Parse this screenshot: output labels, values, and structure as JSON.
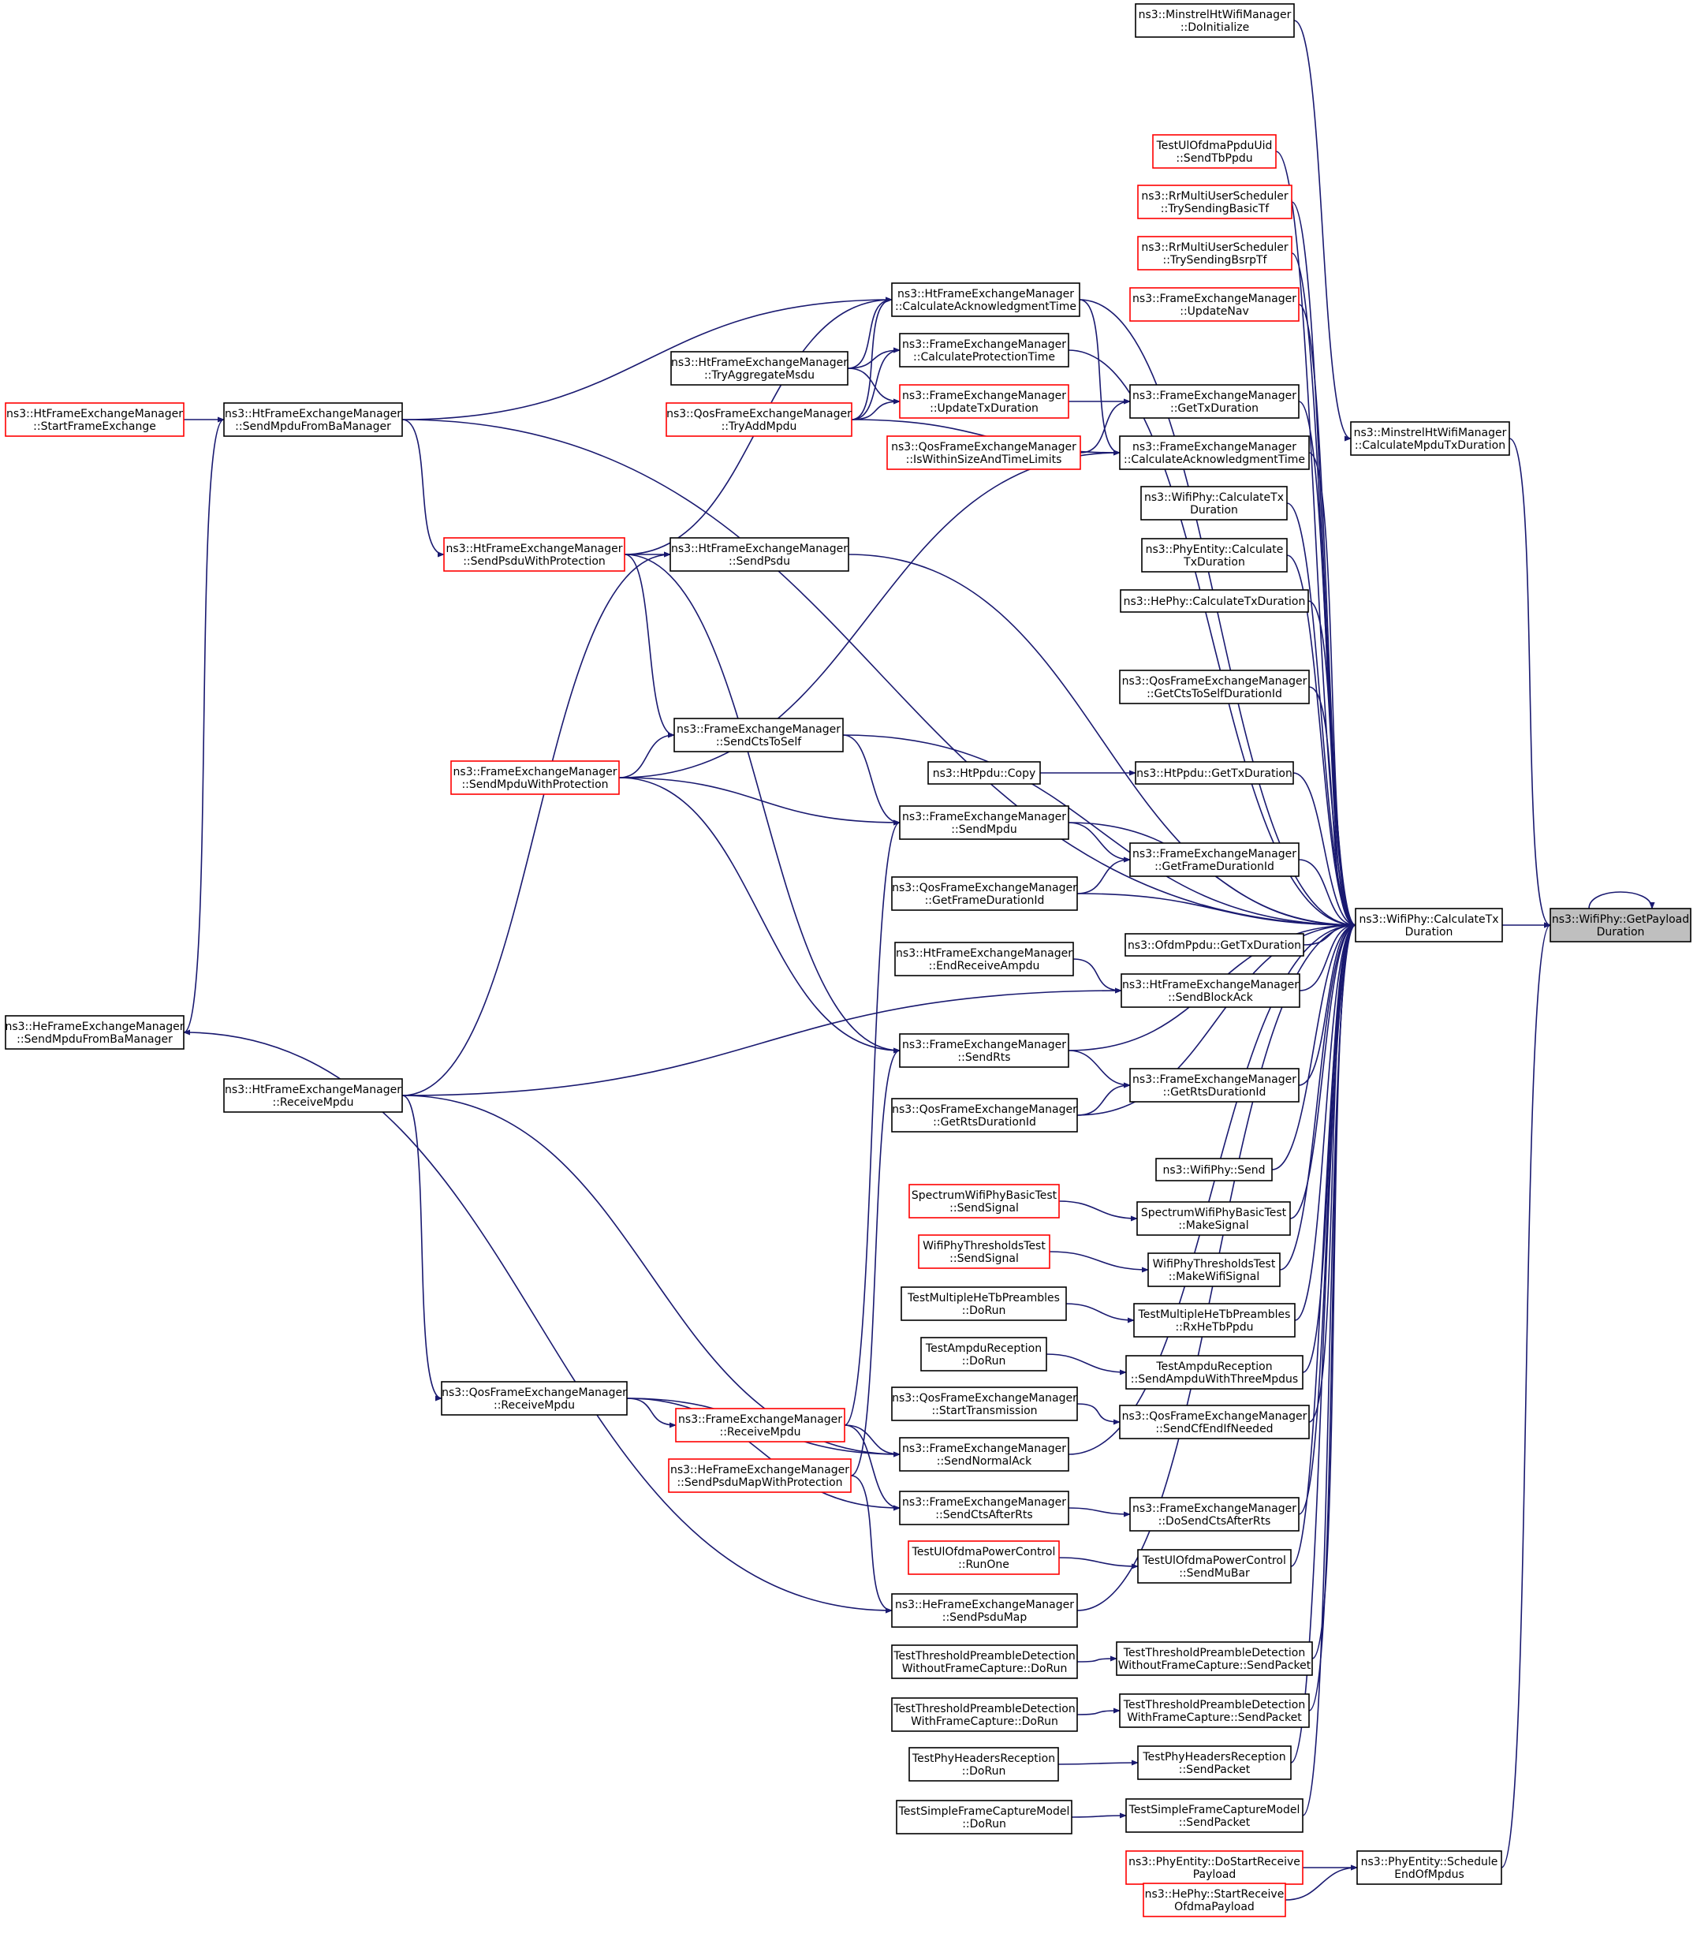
{
  "graph": {
    "title": "",
    "colors": {
      "edge": "#191970",
      "node_border_normal": "#000000",
      "node_border_truncated": "#ff0000",
      "node_fill_focus": "#bfbfbf",
      "node_fill": "#ffffff"
    },
    "nodes": [
      {
        "id": "n_getpayload",
        "lines": [
          "ns3::WifiPhy::GetPayload",
          "Duration"
        ],
        "style": "focus"
      },
      {
        "id": "n_calctx",
        "lines": [
          "ns3::WifiPhy::CalculateTx",
          "Duration"
        ],
        "style": "normal"
      },
      {
        "id": "n_minstrel_calc",
        "lines": [
          "ns3::MinstrelHtWifiManager",
          "::CalculateMpduTxDuration"
        ],
        "style": "normal"
      },
      {
        "id": "n_sched_eom",
        "lines": [
          "ns3::PhyEntity::Schedule",
          "EndOfMpdus"
        ],
        "style": "normal"
      },
      {
        "id": "n_minstrel_init",
        "lines": [
          "ns3::MinstrelHtWifiManager",
          "::DoInitialize"
        ],
        "style": "normal"
      },
      {
        "id": "n_ulofdma_sendtb",
        "lines": [
          "TestUlOfdmaPpduUid",
          "::SendTbPpdu"
        ],
        "style": "truncated"
      },
      {
        "id": "n_rr_basictf",
        "lines": [
          "ns3::RrMultiUserScheduler",
          "::TrySendingBasicTf"
        ],
        "style": "truncated"
      },
      {
        "id": "n_rr_bsrptf",
        "lines": [
          "ns3::RrMultiUserScheduler",
          "::TrySendingBsrpTf"
        ],
        "style": "truncated"
      },
      {
        "id": "n_fem_updatenav",
        "lines": [
          "ns3::FrameExchangeManager",
          "::UpdateNav"
        ],
        "style": "truncated"
      },
      {
        "id": "n_htfem_calcack",
        "lines": [
          "ns3::HtFrameExchangeManager",
          "::CalculateAcknowledgmentTime"
        ],
        "style": "normal"
      },
      {
        "id": "n_fem_calcprot",
        "lines": [
          "ns3::FrameExchangeManager",
          "::CalculateProtectionTime"
        ],
        "style": "normal"
      },
      {
        "id": "n_htfem_tryagg",
        "lines": [
          "ns3::HtFrameExchangeManager",
          "::TryAggregateMsdu"
        ],
        "style": "normal"
      },
      {
        "id": "n_fem_updatetx",
        "lines": [
          "ns3::FrameExchangeManager",
          "::UpdateTxDuration"
        ],
        "style": "truncated"
      },
      {
        "id": "n_fem_gettx",
        "lines": [
          "ns3::FrameExchangeManager",
          "::GetTxDuration"
        ],
        "style": "normal"
      },
      {
        "id": "n_qosfem_tryadd",
        "lines": [
          "ns3::QosFrameExchangeManager",
          "::TryAddMpdu"
        ],
        "style": "truncated"
      },
      {
        "id": "n_qosfem_within",
        "lines": [
          "ns3::QosFrameExchangeManager",
          "::IsWithinSizeAndTimeLimits"
        ],
        "style": "truncated"
      },
      {
        "id": "n_fem_calcack",
        "lines": [
          "ns3::FrameExchangeManager",
          "::CalculateAcknowledgmentTime"
        ],
        "style": "normal"
      },
      {
        "id": "n_htfem_startfe",
        "lines": [
          "ns3::HtFrameExchangeManager",
          "::StartFrameExchange"
        ],
        "style": "truncated"
      },
      {
        "id": "n_htfem_sendmpduba",
        "lines": [
          "ns3::HtFrameExchangeManager",
          "::SendMpduFromBaManager"
        ],
        "style": "normal"
      },
      {
        "id": "n_wifiphy_calctx2",
        "lines": [
          "ns3::WifiPhy::CalculateTx",
          "Duration"
        ],
        "style": "normal"
      },
      {
        "id": "n_phyentity_calctx",
        "lines": [
          "ns3::PhyEntity::Calculate",
          "TxDuration"
        ],
        "style": "normal"
      },
      {
        "id": "n_htfem_sendpsduprot",
        "lines": [
          "ns3::HtFrameExchangeManager",
          "::SendPsduWithProtection"
        ],
        "style": "truncated"
      },
      {
        "id": "n_htfem_sendpsdu",
        "lines": [
          "ns3::HtFrameExchangeManager",
          "::SendPsdu"
        ],
        "style": "normal"
      },
      {
        "id": "n_hephy_calctx",
        "lines": [
          "ns3::HePhy::CalculateTxDuration"
        ],
        "style": "normal"
      },
      {
        "id": "n_qosfem_getctsself",
        "lines": [
          "ns3::QosFrameExchangeManager",
          "::GetCtsToSelfDurationId"
        ],
        "style": "normal"
      },
      {
        "id": "n_fem_sendctsself",
        "lines": [
          "ns3::FrameExchangeManager",
          "::SendCtsToSelf"
        ],
        "style": "normal"
      },
      {
        "id": "n_fem_sendmpduprot",
        "lines": [
          "ns3::FrameExchangeManager",
          "::SendMpduWithProtection"
        ],
        "style": "truncated"
      },
      {
        "id": "n_htppdu_copy",
        "lines": [
          "ns3::HtPpdu::Copy"
        ],
        "style": "normal"
      },
      {
        "id": "n_htppdu_gettx",
        "lines": [
          "ns3::HtPpdu::GetTxDuration"
        ],
        "style": "normal"
      },
      {
        "id": "n_fem_sendmpdu",
        "lines": [
          "ns3::FrameExchangeManager",
          "::SendMpdu"
        ],
        "style": "normal"
      },
      {
        "id": "n_fem_getframedur",
        "lines": [
          "ns3::FrameExchangeManager",
          "::GetFrameDurationId"
        ],
        "style": "normal"
      },
      {
        "id": "n_qosfem_getframedur",
        "lines": [
          "ns3::QosFrameExchangeManager",
          "::GetFrameDurationId"
        ],
        "style": "normal"
      },
      {
        "id": "n_ofdmppdu_gettx",
        "lines": [
          "ns3::OfdmPpdu::GetTxDuration"
        ],
        "style": "normal"
      },
      {
        "id": "n_htfem_endrxampdu",
        "lines": [
          "ns3::HtFrameExchangeManager",
          "::EndReceiveAmpdu"
        ],
        "style": "normal"
      },
      {
        "id": "n_htfem_sendblockack",
        "lines": [
          "ns3::HtFrameExchangeManager",
          "::SendBlockAck"
        ],
        "style": "normal"
      },
      {
        "id": "n_hefem_sendmpduba",
        "lines": [
          "ns3::HeFrameExchangeManager",
          "::SendMpduFromBaManager"
        ],
        "style": "normal"
      },
      {
        "id": "n_fem_sendrts",
        "lines": [
          "ns3::FrameExchangeManager",
          "::SendRts"
        ],
        "style": "normal"
      },
      {
        "id": "n_htfem_receivempdu",
        "lines": [
          "ns3::HtFrameExchangeManager",
          "::ReceiveMpdu"
        ],
        "style": "normal"
      },
      {
        "id": "n_fem_getrtsdur",
        "lines": [
          "ns3::FrameExchangeManager",
          "::GetRtsDurationId"
        ],
        "style": "normal"
      },
      {
        "id": "n_qosfem_getrtsdur",
        "lines": [
          "ns3::QosFrameExchangeManager",
          "::GetRtsDurationId"
        ],
        "style": "normal"
      },
      {
        "id": "n_wifiphy_send",
        "lines": [
          "ns3::WifiPhy::Send"
        ],
        "style": "normal"
      },
      {
        "id": "n_spec_sendsignal",
        "lines": [
          "SpectrumWifiPhyBasicTest",
          "::SendSignal"
        ],
        "style": "truncated"
      },
      {
        "id": "n_spec_makesignal",
        "lines": [
          "SpectrumWifiPhyBasicTest",
          "::MakeSignal"
        ],
        "style": "normal"
      },
      {
        "id": "n_thr_sendsignal",
        "lines": [
          "WifiPhyThresholdsTest",
          "::SendSignal"
        ],
        "style": "truncated"
      },
      {
        "id": "n_thr_makewifisignal",
        "lines": [
          "WifiPhyThresholdsTest",
          "::MakeWifiSignal"
        ],
        "style": "normal"
      },
      {
        "id": "n_multihetb_dorun",
        "lines": [
          "TestMultipleHeTbPreambles",
          "::DoRun"
        ],
        "style": "normal"
      },
      {
        "id": "n_multihetb_rx",
        "lines": [
          "TestMultipleHeTbPreambles",
          "::RxHeTbPpdu"
        ],
        "style": "normal"
      },
      {
        "id": "n_ampdu_dorun",
        "lines": [
          "TestAmpduReception",
          "::DoRun"
        ],
        "style": "normal"
      },
      {
        "id": "n_ampdu_send3",
        "lines": [
          "TestAmpduReception",
          "::SendAmpduWithThreeMpdus"
        ],
        "style": "normal"
      },
      {
        "id": "n_qosfem_starttx",
        "lines": [
          "ns3::QosFrameExchangeManager",
          "::StartTransmission"
        ],
        "style": "normal"
      },
      {
        "id": "n_qosfem_receivempdu",
        "lines": [
          "ns3::QosFrameExchangeManager",
          "::ReceiveMpdu"
        ],
        "style": "normal"
      },
      {
        "id": "n_qosfem_sendcfend",
        "lines": [
          "ns3::QosFrameExchangeManager",
          "::SendCfEndIfNeeded"
        ],
        "style": "normal"
      },
      {
        "id": "n_fem_receivempdu",
        "lines": [
          "ns3::FrameExchangeManager",
          "::ReceiveMpdu"
        ],
        "style": "truncated"
      },
      {
        "id": "n_fem_sendnormalack",
        "lines": [
          "ns3::FrameExchangeManager",
          "::SendNormalAck"
        ],
        "style": "normal"
      },
      {
        "id": "n_hefem_sendpsdumapprot",
        "lines": [
          "ns3::HeFrameExchangeManager",
          "::SendPsduMapWithProtection"
        ],
        "style": "truncated"
      },
      {
        "id": "n_fem_sendctsafterrts",
        "lines": [
          "ns3::FrameExchangeManager",
          "::SendCtsAfterRts"
        ],
        "style": "normal"
      },
      {
        "id": "n_fem_dosendcts",
        "lines": [
          "ns3::FrameExchangeManager",
          "::DoSendCtsAfterRts"
        ],
        "style": "normal"
      },
      {
        "id": "n_ulpc_runone",
        "lines": [
          "TestUlOfdmaPowerControl",
          "::RunOne"
        ],
        "style": "truncated"
      },
      {
        "id": "n_ulpc_sendmubar",
        "lines": [
          "TestUlOfdmaPowerControl",
          "::SendMuBar"
        ],
        "style": "normal"
      },
      {
        "id": "n_hefem_sendpsdumap",
        "lines": [
          "ns3::HeFrameExchangeManager",
          "::SendPsduMap"
        ],
        "style": "normal"
      },
      {
        "id": "n_tpd_wo_dorun",
        "lines": [
          "TestThresholdPreambleDetection",
          "WithoutFrameCapture::DoRun"
        ],
        "style": "normal"
      },
      {
        "id": "n_tpd_wo_send",
        "lines": [
          "TestThresholdPreambleDetection",
          "WithoutFrameCapture::SendPacket"
        ],
        "style": "normal"
      },
      {
        "id": "n_tpd_w_dorun",
        "lines": [
          "TestThresholdPreambleDetection",
          "WithFrameCapture::DoRun"
        ],
        "style": "normal"
      },
      {
        "id": "n_tpd_w_send",
        "lines": [
          "TestThresholdPreambleDetection",
          "WithFrameCapture::SendPacket"
        ],
        "style": "normal"
      },
      {
        "id": "n_phyhdr_dorun",
        "lines": [
          "TestPhyHeadersReception",
          "::DoRun"
        ],
        "style": "normal"
      },
      {
        "id": "n_phyhdr_send",
        "lines": [
          "TestPhyHeadersReception",
          "::SendPacket"
        ],
        "style": "normal"
      },
      {
        "id": "n_sfc_dorun",
        "lines": [
          "TestSimpleFrameCaptureModel",
          "::DoRun"
        ],
        "style": "normal"
      },
      {
        "id": "n_sfc_send",
        "lines": [
          "TestSimpleFrameCaptureModel",
          "::SendPacket"
        ],
        "style": "normal"
      },
      {
        "id": "n_phyentity_dostartrx",
        "lines": [
          "ns3::PhyEntity::DoStartReceive",
          "Payload"
        ],
        "style": "truncated"
      },
      {
        "id": "n_hephy_startrx",
        "lines": [
          "ns3::HePhy::StartReceive",
          "OfdmaPayload"
        ],
        "style": "truncated"
      }
    ],
    "edges": [
      [
        "n_getpayload",
        "n_getpayload"
      ],
      [
        "n_getpayload",
        "n_calctx"
      ],
      [
        "n_getpayload",
        "n_minstrel_calc"
      ],
      [
        "n_getpayload",
        "n_sched_eom"
      ],
      [
        "n_minstrel_calc",
        "n_minstrel_init"
      ],
      [
        "n_sched_eom",
        "n_phyentity_dostartrx"
      ],
      [
        "n_sched_eom",
        "n_hephy_startrx"
      ],
      [
        "n_calctx",
        "n_htfem_sendmpduba"
      ],
      [
        "n_calctx",
        "n_htfem_calcack"
      ],
      [
        "n_calctx",
        "n_ulofdma_sendtb"
      ],
      [
        "n_calctx",
        "n_rr_basictf"
      ],
      [
        "n_calctx",
        "n_rr_bsrptf"
      ],
      [
        "n_calctx",
        "n_fem_updatenav"
      ],
      [
        "n_calctx",
        "n_fem_calcprot"
      ],
      [
        "n_calctx",
        "n_fem_gettx"
      ],
      [
        "n_calctx",
        "n_fem_calcack"
      ],
      [
        "n_calctx",
        "n_wifiphy_calctx2"
      ],
      [
        "n_calctx",
        "n_phyentity_calctx"
      ],
      [
        "n_calctx",
        "n_hephy_calctx"
      ],
      [
        "n_calctx",
        "n_htfem_sendpsdu"
      ],
      [
        "n_calctx",
        "n_qosfem_getctsself"
      ],
      [
        "n_calctx",
        "n_fem_sendctsself"
      ],
      [
        "n_calctx",
        "n_htppdu_gettx"
      ],
      [
        "n_calctx",
        "n_fem_sendmpdu"
      ],
      [
        "n_calctx",
        "n_fem_getframedur"
      ],
      [
        "n_calctx",
        "n_qosfem_getframedur"
      ],
      [
        "n_calctx",
        "n_ofdmppdu_gettx"
      ],
      [
        "n_calctx",
        "n_htfem_sendblockack"
      ],
      [
        "n_calctx",
        "n_fem_sendrts"
      ],
      [
        "n_calctx",
        "n_fem_getrtsdur"
      ],
      [
        "n_calctx",
        "n_qosfem_getrtsdur"
      ],
      [
        "n_calctx",
        "n_wifiphy_send"
      ],
      [
        "n_calctx",
        "n_spec_makesignal"
      ],
      [
        "n_calctx",
        "n_thr_makewifisignal"
      ],
      [
        "n_calctx",
        "n_multihetb_rx"
      ],
      [
        "n_calctx",
        "n_ampdu_send3"
      ],
      [
        "n_calctx",
        "n_qosfem_sendcfend"
      ],
      [
        "n_calctx",
        "n_fem_sendnormalack"
      ],
      [
        "n_calctx",
        "n_fem_dosendcts"
      ],
      [
        "n_calctx",
        "n_ulpc_sendmubar"
      ],
      [
        "n_calctx",
        "n_hefem_sendpsdumap"
      ],
      [
        "n_calctx",
        "n_tpd_wo_send"
      ],
      [
        "n_calctx",
        "n_tpd_w_send"
      ],
      [
        "n_calctx",
        "n_phyhdr_send"
      ],
      [
        "n_calctx",
        "n_sfc_send"
      ],
      [
        "n_htfem_sendmpduba",
        "n_htfem_startfe"
      ],
      [
        "n_htfem_calcack",
        "n_htfem_sendmpduba"
      ],
      [
        "n_htfem_calcack",
        "n_htfem_tryagg"
      ],
      [
        "n_htfem_calcack",
        "n_qosfem_tryadd"
      ],
      [
        "n_htfem_calcack",
        "n_htfem_sendpsduprot"
      ],
      [
        "n_fem_calcprot",
        "n_htfem_tryagg"
      ],
      [
        "n_fem_calcprot",
        "n_qosfem_tryadd"
      ],
      [
        "n_fem_updatetx",
        "n_htfem_tryagg"
      ],
      [
        "n_fem_updatetx",
        "n_qosfem_tryadd"
      ],
      [
        "n_fem_gettx",
        "n_fem_updatetx"
      ],
      [
        "n_fem_gettx",
        "n_qosfem_within"
      ],
      [
        "n_fem_calcack",
        "n_htfem_calcack"
      ],
      [
        "n_fem_calcack",
        "n_qosfem_tryadd"
      ],
      [
        "n_fem_calcack",
        "n_fem_sendmpduprot"
      ],
      [
        "n_htfem_sendpsduprot",
        "n_htfem_sendmpduba"
      ],
      [
        "n_htfem_sendpsdu",
        "n_htfem_sendpsduprot"
      ],
      [
        "n_htfem_sendpsdu",
        "n_htfem_receivempdu"
      ],
      [
        "n_fem_sendctsself",
        "n_htfem_sendpsduprot"
      ],
      [
        "n_fem_sendctsself",
        "n_fem_sendmpduprot"
      ],
      [
        "n_fem_sendmpdu",
        "n_fem_sendctsself"
      ],
      [
        "n_fem_sendmpdu",
        "n_fem_sendmpduprot"
      ],
      [
        "n_fem_sendmpdu",
        "n_fem_receivempdu"
      ],
      [
        "n_htppdu_gettx",
        "n_htppdu_copy"
      ],
      [
        "n_fem_getframedur",
        "n_fem_sendmpdu"
      ],
      [
        "n_fem_getframedur",
        "n_qosfem_getframedur"
      ],
      [
        "n_htfem_sendblockack",
        "n_htfem_endrxampdu"
      ],
      [
        "n_htfem_sendblockack",
        "n_htfem_receivempdu"
      ],
      [
        "n_fem_sendrts",
        "n_htfem_sendpsduprot"
      ],
      [
        "n_fem_sendrts",
        "n_fem_sendmpduprot"
      ],
      [
        "n_fem_sendrts",
        "n_hefem_sendpsdumapprot"
      ],
      [
        "n_fem_getrtsdur",
        "n_fem_sendrts"
      ],
      [
        "n_fem_getrtsdur",
        "n_qosfem_getrtsdur"
      ],
      [
        "n_spec_makesignal",
        "n_spec_sendsignal"
      ],
      [
        "n_thr_makewifisignal",
        "n_thr_sendsignal"
      ],
      [
        "n_multihetb_rx",
        "n_multihetb_dorun"
      ],
      [
        "n_ampdu_send3",
        "n_ampdu_dorun"
      ],
      [
        "n_qosfem_sendcfend",
        "n_qosfem_starttx"
      ],
      [
        "n_fem_sendnormalack",
        "n_fem_receivempdu"
      ],
      [
        "n_fem_sendnormalack",
        "n_htfem_receivempdu"
      ],
      [
        "n_fem_sendnormalack",
        "n_qosfem_receivempdu"
      ],
      [
        "n_fem_receivempdu",
        "n_qosfem_receivempdu"
      ],
      [
        "n_qosfem_receivempdu",
        "n_htfem_receivempdu"
      ],
      [
        "n_fem_dosendcts",
        "n_fem_sendctsafterrts"
      ],
      [
        "n_fem_sendctsafterrts",
        "n_fem_receivempdu"
      ],
      [
        "n_fem_sendctsafterrts",
        "n_qosfem_receivempdu"
      ],
      [
        "n_ulpc_sendmubar",
        "n_ulpc_runone"
      ],
      [
        "n_hefem_sendpsdumap",
        "n_hefem_sendpsdumapprot"
      ],
      [
        "n_hefem_sendpsdumap",
        "n_hefem_sendmpduba"
      ],
      [
        "n_hefem_sendmpduba",
        "n_htfem_sendmpduba"
      ],
      [
        "n_tpd_wo_send",
        "n_tpd_wo_dorun"
      ],
      [
        "n_tpd_w_send",
        "n_tpd_w_dorun"
      ],
      [
        "n_phyhdr_send",
        "n_phyhdr_dorun"
      ],
      [
        "n_sfc_send",
        "n_sfc_dorun"
      ]
    ]
  }
}
